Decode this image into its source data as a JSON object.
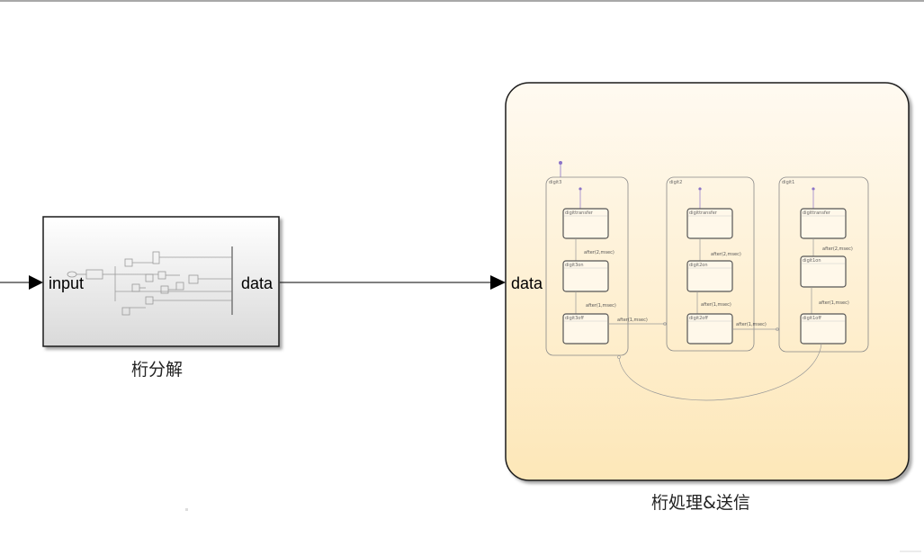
{
  "diagram": {
    "left_block": {
      "title": "桁分解",
      "input_label": "input",
      "output_label": "data"
    },
    "right_block": {
      "title": "桁処理&送信",
      "input_label": "data",
      "chart": {
        "groups": [
          {
            "name": "digit3",
            "states": [
              "digittransfer",
              "digit3on",
              "digit3off"
            ],
            "transitions": [
              "after(2,msec)",
              "after(1,msec)"
            ]
          },
          {
            "name": "digit2",
            "states": [
              "digittransfer",
              "digit2on",
              "digit2off"
            ],
            "transitions": [
              "after(2,msec)",
              "after(1,msec)"
            ]
          },
          {
            "name": "digit1",
            "states": [
              "digittransfer",
              "digit1on",
              "digit1off"
            ],
            "transitions": [
              "after(2,msec)",
              "after(1,msec)"
            ]
          }
        ],
        "between": [
          "after(1,msec)",
          "after(1,msec)"
        ]
      }
    }
  },
  "colors": {
    "block_border": "#1a1a1a",
    "chart_fill_top": "#fffaf1",
    "chart_fill_bottom": "#fde7b8",
    "state_border": "#555555",
    "default_dot": "#8b73c8"
  }
}
